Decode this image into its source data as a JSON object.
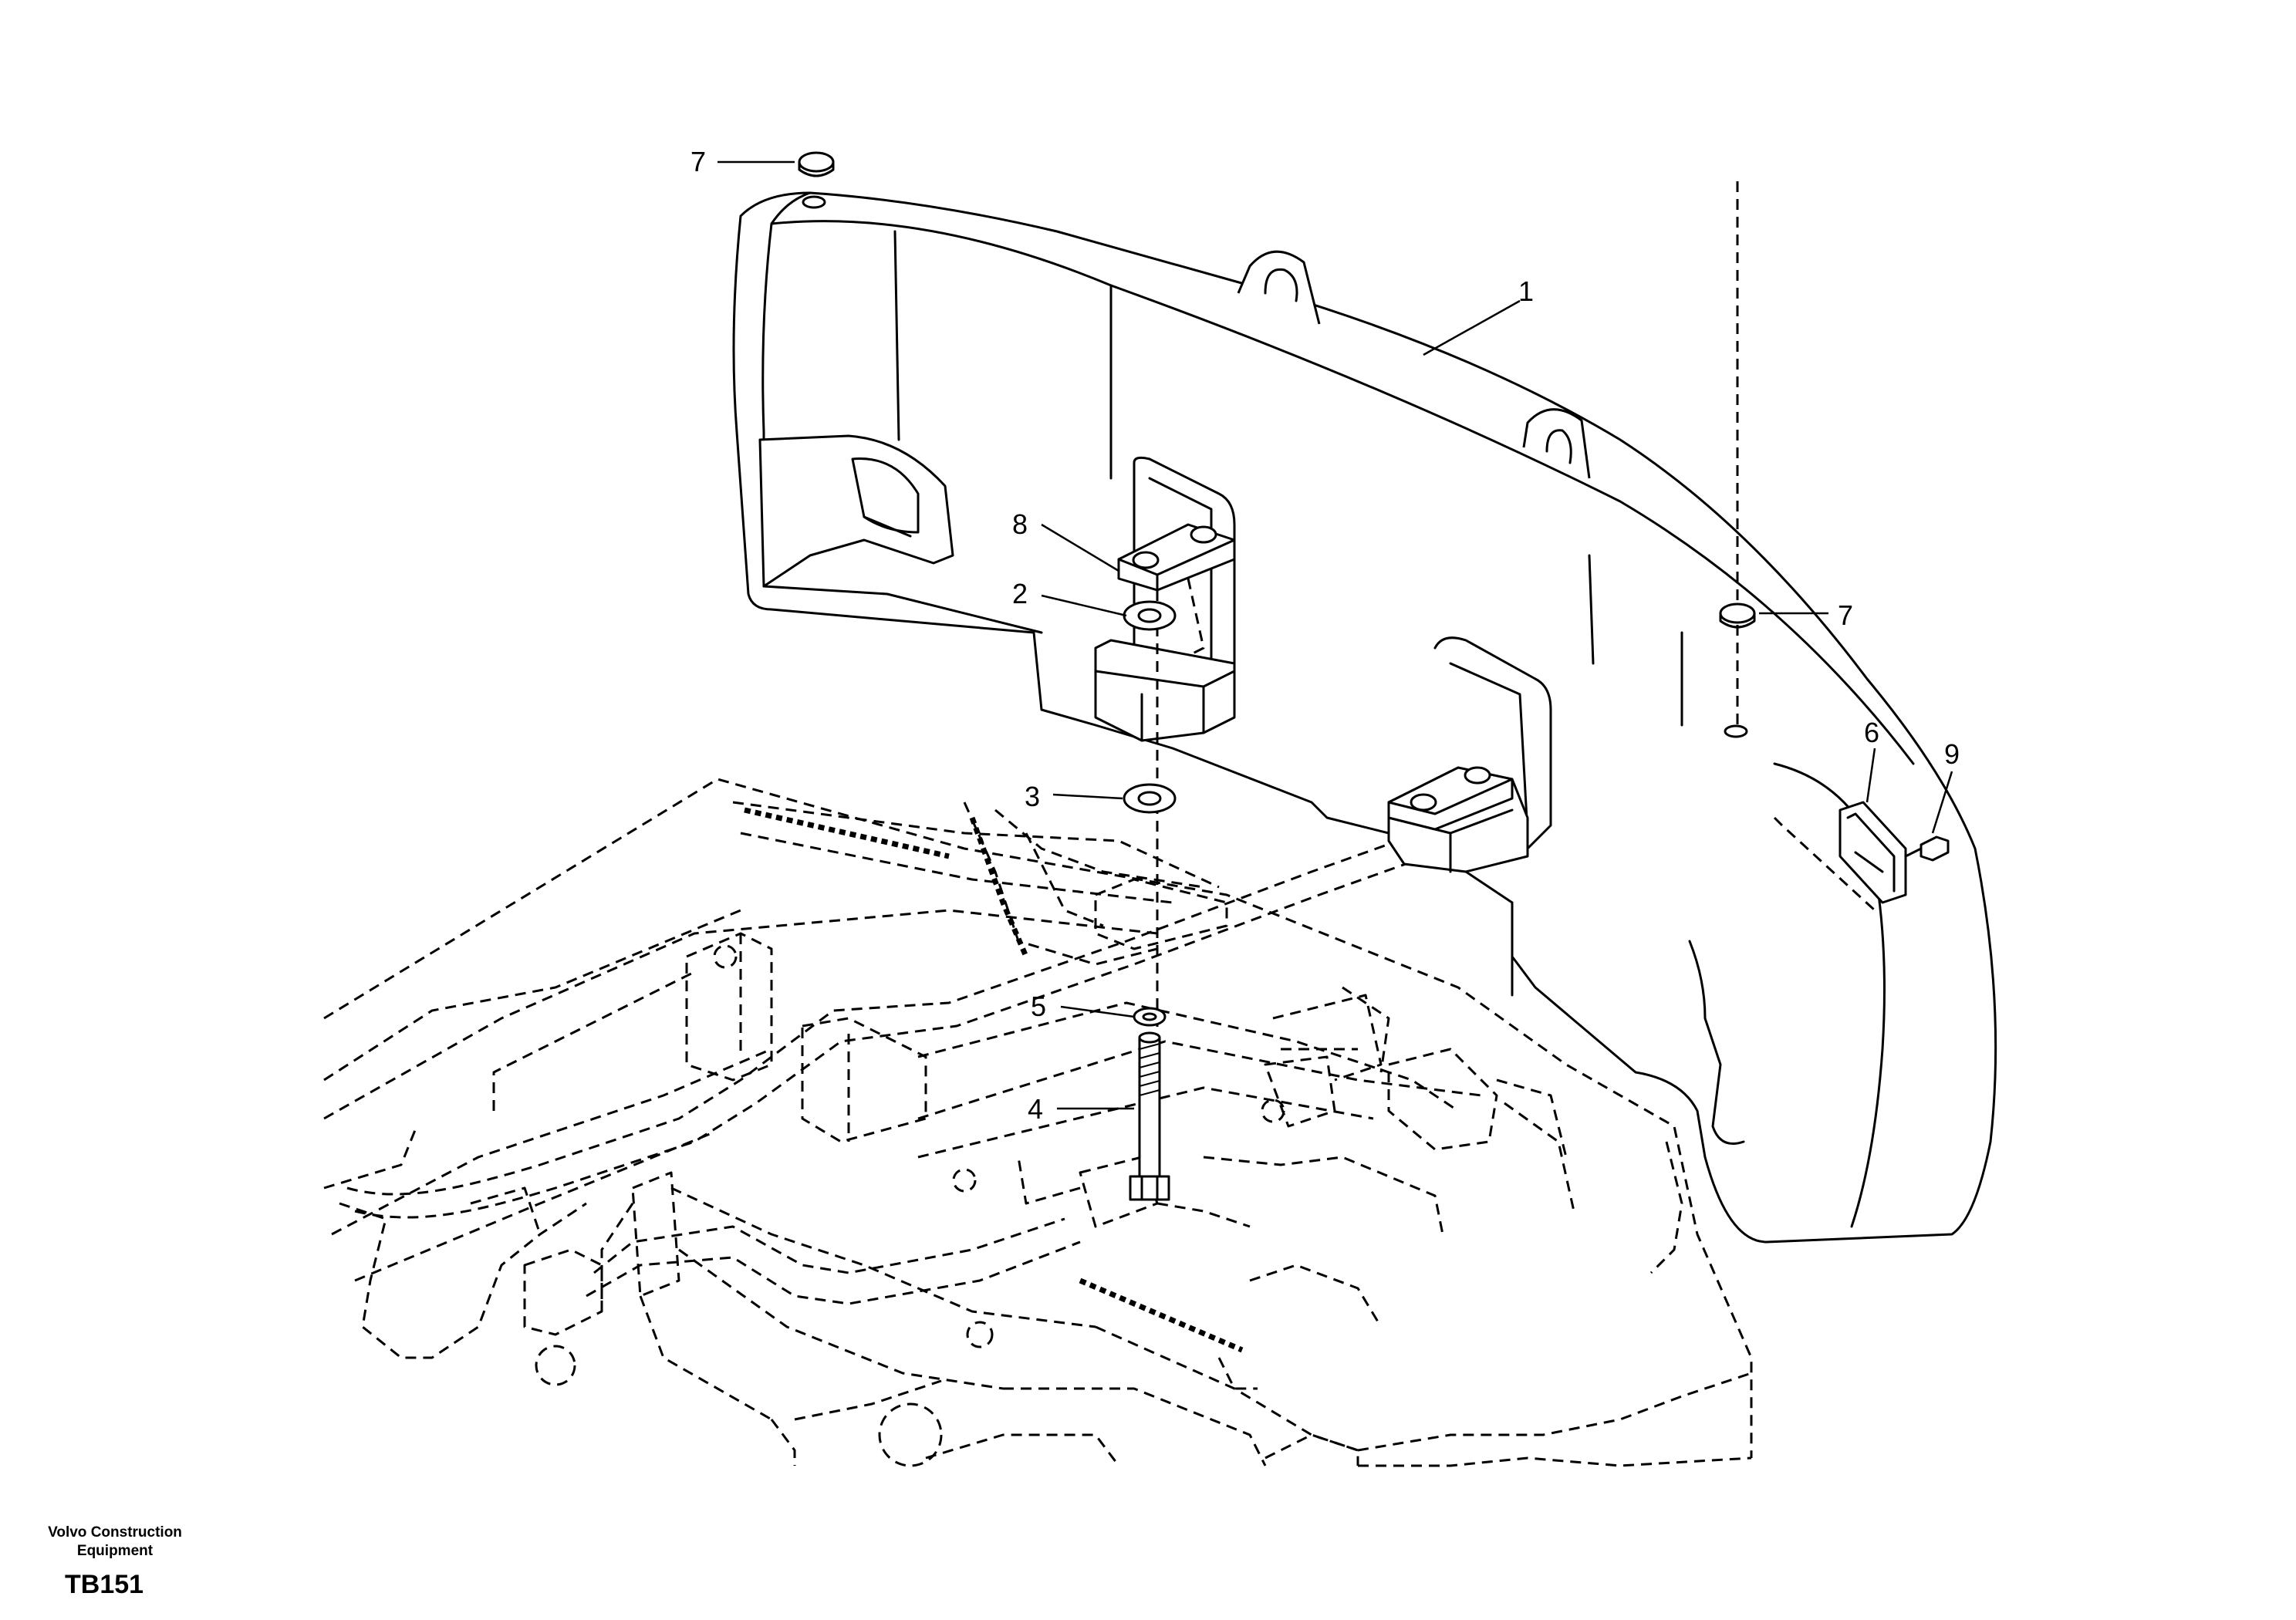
{
  "diagram": {
    "callouts": {
      "c1": "1",
      "c2": "2",
      "c3": "3",
      "c4": "4",
      "c5": "5",
      "c6": "6",
      "c7a": "7",
      "c7b": "7",
      "c8": "8",
      "c9": "9"
    }
  },
  "footer": {
    "brand_line1": "Volvo Construction",
    "brand_line2": "Equipment",
    "code": "TB151"
  }
}
